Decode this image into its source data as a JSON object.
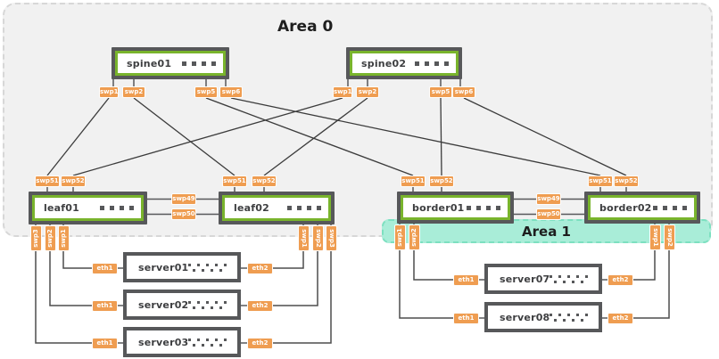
{
  "areas": {
    "area0": {
      "label": "Area 0"
    },
    "area1": {
      "label": "Area 1"
    }
  },
  "devices": {
    "spine01": {
      "name": "spine01",
      "ports": {
        "swp1": "swp1",
        "swp2": "swp2",
        "swp5": "swp5",
        "swp6": "swp6"
      }
    },
    "spine02": {
      "name": "spine02",
      "ports": {
        "swp1": "swp1",
        "swp2": "swp2",
        "swp5": "swp5",
        "swp6": "swp6"
      }
    },
    "leaf01": {
      "name": "leaf01",
      "ports": {
        "swp51": "swp51",
        "swp52": "swp52",
        "swp1": "swp1",
        "swp2": "swp2",
        "swp3": "swp3"
      }
    },
    "leaf02": {
      "name": "leaf02",
      "ports": {
        "swp51": "swp51",
        "swp52": "swp52",
        "swp1": "swp1",
        "swp2": "swp2",
        "swp3": "swp3"
      }
    },
    "border01": {
      "name": "border01",
      "ports": {
        "swp51": "swp51",
        "swp52": "swp52",
        "swp1": "swp1",
        "swp2": "swp2"
      }
    },
    "border02": {
      "name": "border02",
      "ports": {
        "swp51": "swp51",
        "swp52": "swp52",
        "swp1": "swp1",
        "swp2": "swp2"
      }
    },
    "server01": {
      "name": "server01",
      "ports": {
        "eth1": "eth1",
        "eth2": "eth2"
      }
    },
    "server02": {
      "name": "server02",
      "ports": {
        "eth1": "eth1",
        "eth2": "eth2"
      }
    },
    "server03": {
      "name": "server03",
      "ports": {
        "eth1": "eth1",
        "eth2": "eth2"
      }
    },
    "server07": {
      "name": "server07",
      "ports": {
        "eth1": "eth1",
        "eth2": "eth2"
      }
    },
    "server08": {
      "name": "server08",
      "ports": {
        "eth1": "eth1",
        "eth2": "eth2"
      }
    }
  },
  "peer_links": {
    "leaf_pair": {
      "swp49": "swp49",
      "swp50": "swp50"
    },
    "border_pair": {
      "swp49": "swp49",
      "swp50": "swp50"
    }
  },
  "connections": [
    {
      "from": "spine01:swp1",
      "to": "leaf01:swp51"
    },
    {
      "from": "spine01:swp2",
      "to": "leaf02:swp51"
    },
    {
      "from": "spine01:swp5",
      "to": "border01:swp51"
    },
    {
      "from": "spine01:swp6",
      "to": "border02:swp51"
    },
    {
      "from": "spine02:swp1",
      "to": "leaf01:swp52"
    },
    {
      "from": "spine02:swp2",
      "to": "leaf02:swp52"
    },
    {
      "from": "spine02:swp5",
      "to": "border01:swp52"
    },
    {
      "from": "spine02:swp6",
      "to": "border02:swp52"
    },
    {
      "from": "leaf01:swp49",
      "to": "leaf02:swp49"
    },
    {
      "from": "leaf01:swp50",
      "to": "leaf02:swp50"
    },
    {
      "from": "border01:swp49",
      "to": "border02:swp49"
    },
    {
      "from": "border01:swp50",
      "to": "border02:swp50"
    },
    {
      "from": "leaf01:swp1",
      "to": "server01:eth1"
    },
    {
      "from": "leaf01:swp2",
      "to": "server02:eth1"
    },
    {
      "from": "leaf01:swp3",
      "to": "server03:eth1"
    },
    {
      "from": "leaf02:swp1",
      "to": "server01:eth2"
    },
    {
      "from": "leaf02:swp2",
      "to": "server02:eth2"
    },
    {
      "from": "leaf02:swp3",
      "to": "server03:eth2"
    },
    {
      "from": "border01:swp2",
      "to": "server07:eth1"
    },
    {
      "from": "border01:swp1",
      "to": "server08:eth1"
    },
    {
      "from": "border02:swp1",
      "to": "server07:eth2"
    },
    {
      "from": "border02:swp2",
      "to": "server08:eth2"
    }
  ],
  "colors": {
    "port_label": "#ef9d51",
    "switch_green": "#79b42c",
    "frame_gray": "#57585a",
    "area0_fill": "#f1f1f1",
    "area1_fill": "#a9edd8",
    "area1_border": "#7de0c0",
    "link_line": "#3c3c3c"
  }
}
